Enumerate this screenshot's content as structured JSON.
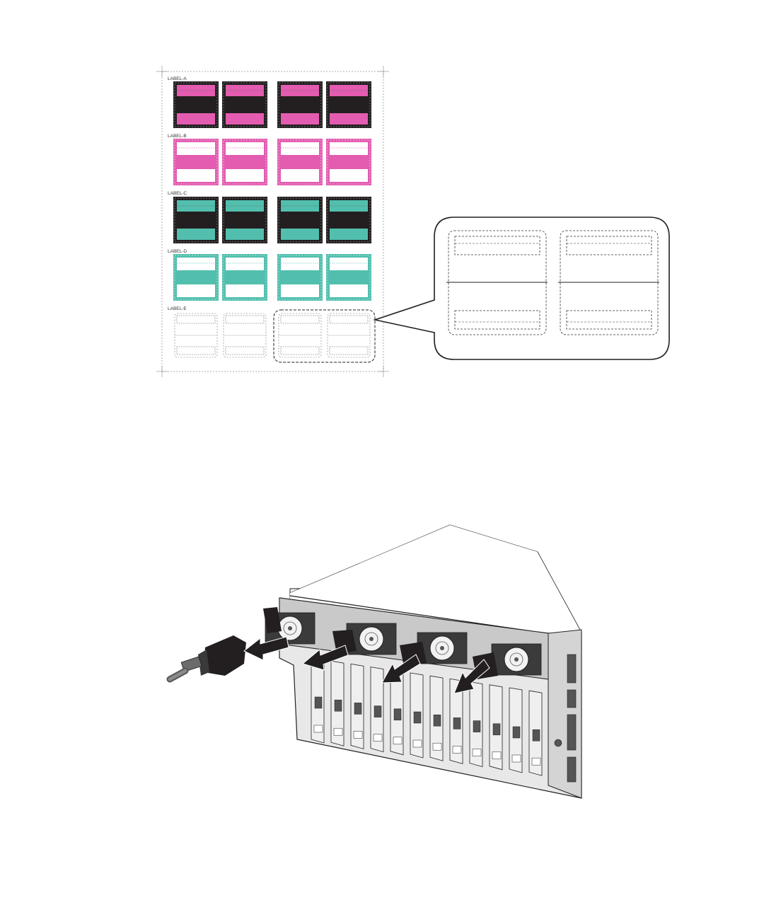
{
  "label_sheet": {
    "rows": [
      {
        "label": "LABEL-A",
        "style": "dark",
        "accent": "#e35cb0"
      },
      {
        "label": "LABEL-B",
        "style": "light",
        "accent": "#e35cb0"
      },
      {
        "label": "LABEL-C",
        "style": "dark",
        "accent": "#52bfae"
      },
      {
        "label": "LABEL-D",
        "style": "light",
        "accent": "#52bfae"
      },
      {
        "label": "LABEL-E",
        "style": "blank",
        "accent": "#666666"
      }
    ],
    "dark_color": "#231f20"
  },
  "callout": {},
  "server_figure": {
    "cable": "power-cord",
    "arrow_count": 4
  }
}
